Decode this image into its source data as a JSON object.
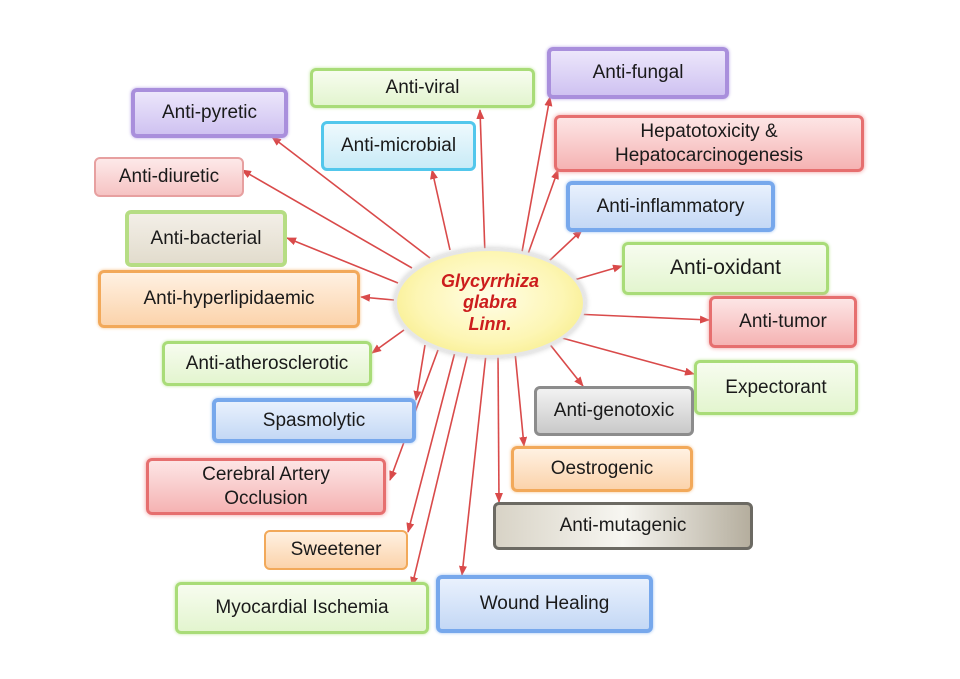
{
  "center": {
    "label": "Glycyrrhiza\nglabra\nLinn."
  },
  "nodes": [
    {
      "id": "anti-viral",
      "label": "Anti-viral"
    },
    {
      "id": "anti-fungal",
      "label": "Anti-fungal"
    },
    {
      "id": "anti-pyretic",
      "label": "Anti-pyretic"
    },
    {
      "id": "anti-microbial",
      "label": "Anti-microbial"
    },
    {
      "id": "hepatotoxicity",
      "label": "Hepatotoxicity &\nHepatocarcinogenesis"
    },
    {
      "id": "anti-diuretic",
      "label": "Anti-diuretic"
    },
    {
      "id": "anti-inflammatory",
      "label": "Anti-inflammatory"
    },
    {
      "id": "anti-bacterial",
      "label": "Anti-bacterial"
    },
    {
      "id": "anti-oxidant",
      "label": "Anti-oxidant"
    },
    {
      "id": "anti-hyperlipidaemic",
      "label": "Anti-hyperlipidaemic"
    },
    {
      "id": "anti-tumor",
      "label": "Anti-tumor"
    },
    {
      "id": "anti-atherosclerotic",
      "label": "Anti-atherosclerotic"
    },
    {
      "id": "expectorant",
      "label": "Expectorant"
    },
    {
      "id": "spasmolytic",
      "label": "Spasmolytic"
    },
    {
      "id": "anti-genotoxic",
      "label": "Anti-genotoxic"
    },
    {
      "id": "cerebral-artery-occlusion",
      "label": "Cerebral Artery\nOcclusion"
    },
    {
      "id": "oestrogenic",
      "label": "Oestrogenic"
    },
    {
      "id": "sweetener",
      "label": "Sweetener"
    },
    {
      "id": "anti-mutagenic",
      "label": "Anti-mutagenic"
    },
    {
      "id": "myocardial-ischemia",
      "label": "Myocardial Ischemia"
    },
    {
      "id": "wound-healing",
      "label": "Wound Healing"
    }
  ],
  "colors": {
    "arrow": "#d94a4a",
    "center_text": "#cc1d1d"
  }
}
